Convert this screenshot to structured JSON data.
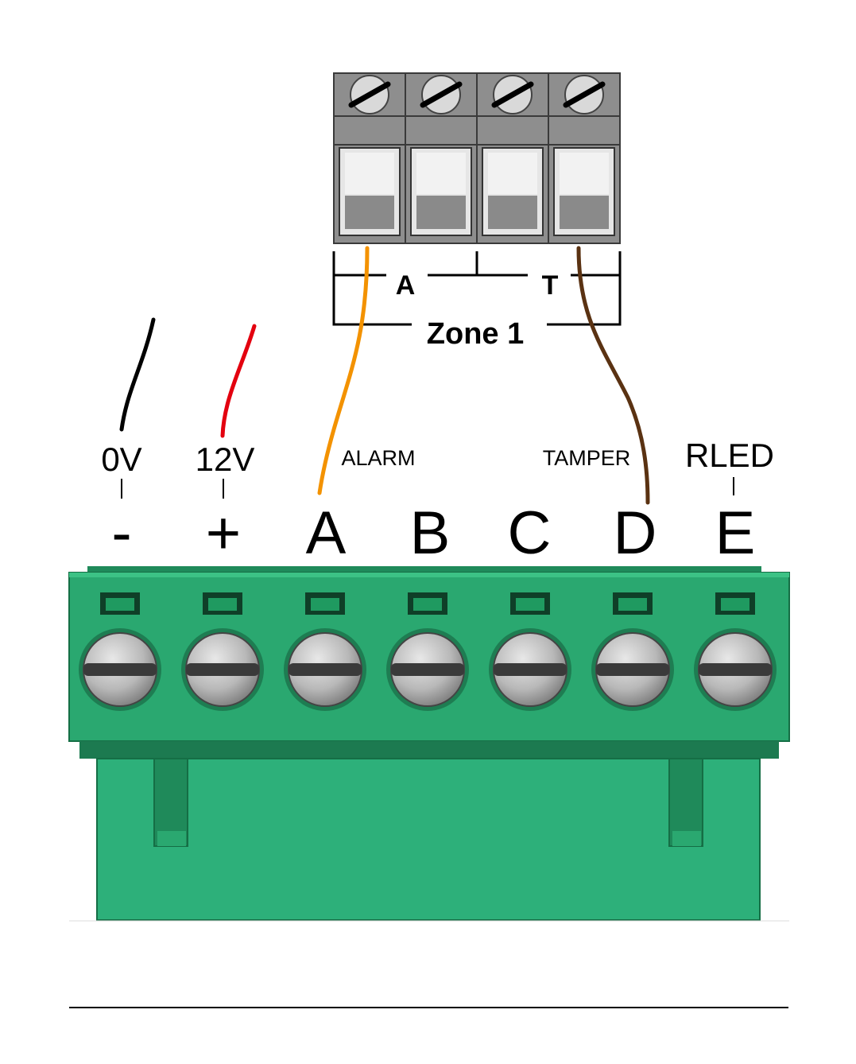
{
  "zone_block": {
    "group_a_label": "A",
    "group_t_label": "T",
    "zone_label": "Zone 1",
    "screw_count": 4
  },
  "signal_labels": {
    "zero_volt": "0V",
    "twelve_volt": "12V",
    "alarm": "ALARM",
    "tamper": "TAMPER",
    "rled": "RLED"
  },
  "terminal_letters": [
    "-",
    "+",
    "A",
    "B",
    "C",
    "D",
    "E"
  ],
  "wires": [
    {
      "name": "black-wire",
      "color": "#000000"
    },
    {
      "name": "red-wire",
      "color": "#e3000f"
    },
    {
      "name": "orange-wire",
      "color": "#f39200"
    },
    {
      "name": "brown-wire",
      "color": "#5a3212"
    }
  ],
  "colors": {
    "connector_green": "#2aa870",
    "connector_dark": "#1c7a50",
    "zone_block_grey": "#8a8a8a",
    "screw_grey": "#c8c8c8"
  }
}
